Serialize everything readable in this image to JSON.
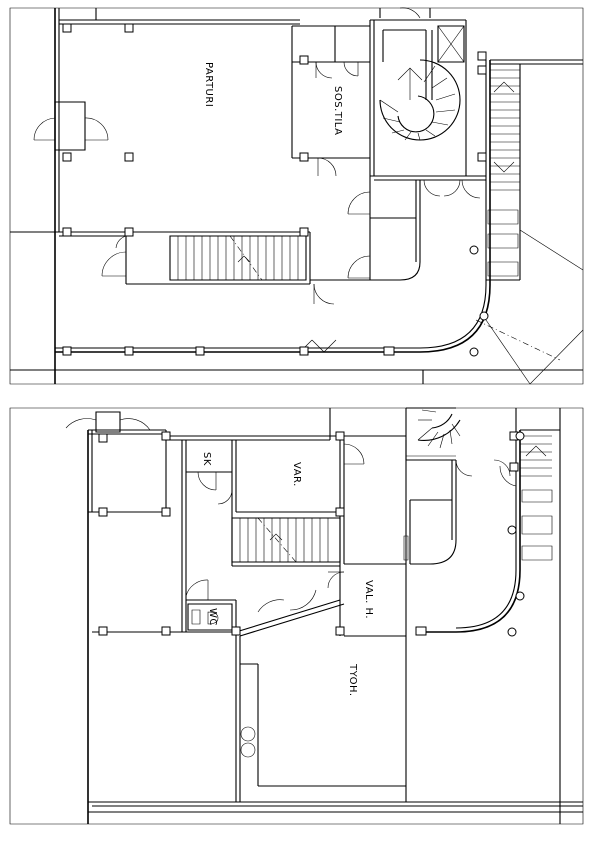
{
  "plans": {
    "upper": {
      "rooms": {
        "parturi": "PARTURI",
        "sos_tila": "SOS.TILA"
      }
    },
    "lower": {
      "rooms": {
        "sk": "SK",
        "var": "VAR.",
        "wc": "WC",
        "val_h": "VAL. H.",
        "tyoh": "TYOH."
      }
    }
  }
}
